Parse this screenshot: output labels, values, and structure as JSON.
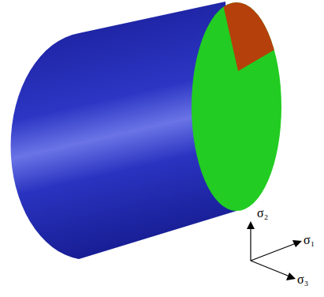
{
  "diagram": {
    "labels": [
      "σ₂",
      "σ₁",
      "σ₃"
    ]
  }
}
